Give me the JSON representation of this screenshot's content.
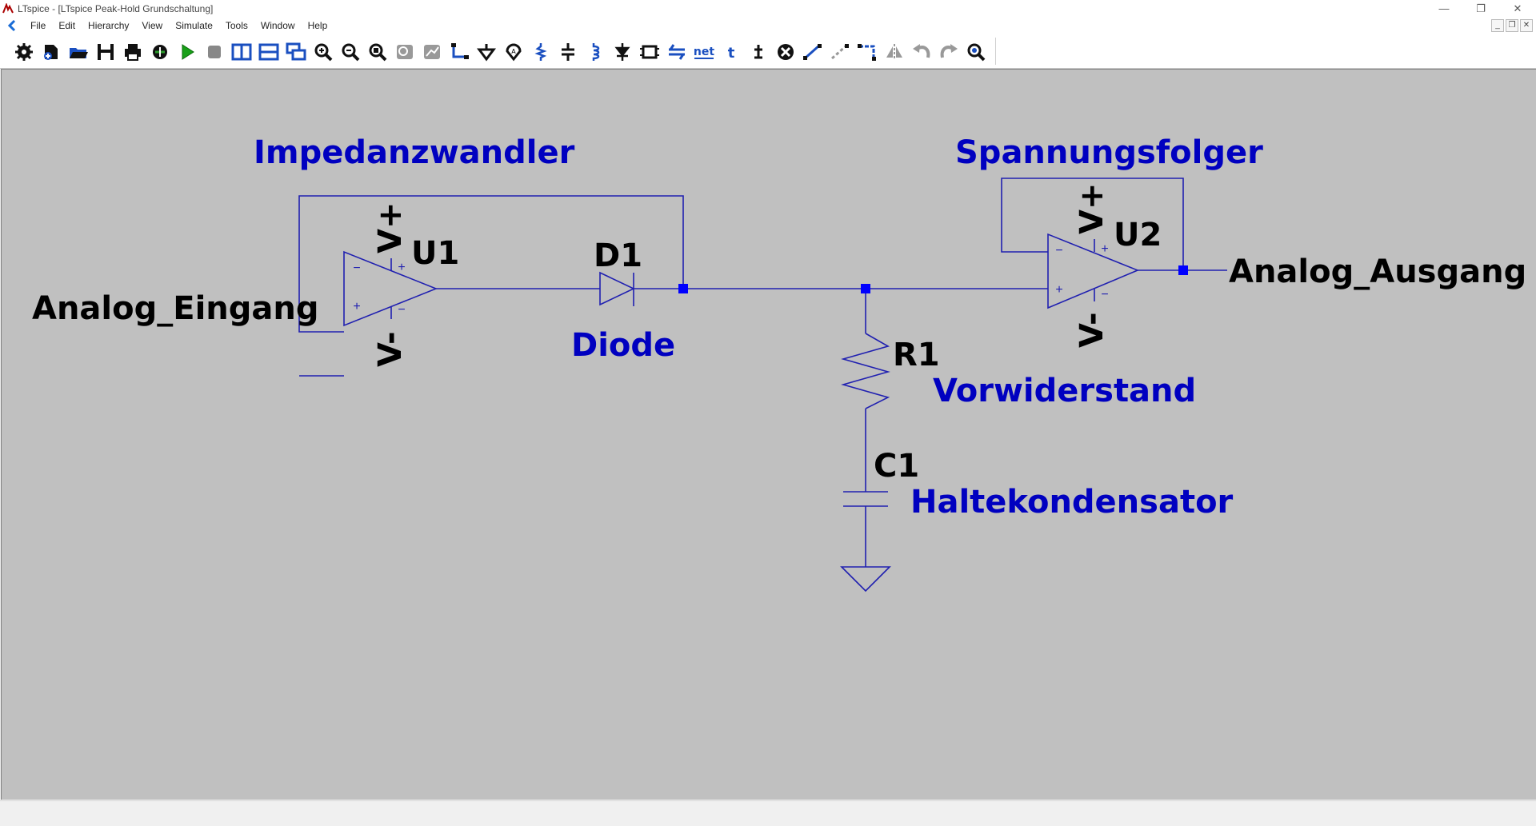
{
  "window": {
    "title": "LTspice - [LTspice Peak-Hold Grundschaltung]",
    "controls": {
      "minimize": "—",
      "restore": "❐",
      "close": "✕"
    },
    "mdi_controls": {
      "minimize": "_",
      "restore": "❐",
      "close": "✕"
    }
  },
  "menu": [
    "File",
    "Edit",
    "Hierarchy",
    "View",
    "Simulate",
    "Tools",
    "Window",
    "Help"
  ],
  "toolbar": {
    "buttons": [
      "settings-icon",
      "new-schematic-icon",
      "open-icon",
      "save-icon",
      "print-icon",
      "netlist-icon",
      "run-icon",
      "stop-icon",
      "tile-vertical-icon",
      "tile-horizontal-icon",
      "cascade-icon",
      "zoom-in-icon",
      "zoom-out-icon",
      "zoom-fit-icon",
      "zoom-area-icon",
      "autorange-icon",
      "wire-icon",
      "ground-icon",
      "label-net-icon",
      "resistor-icon",
      "capacitor-icon",
      "inductor-icon",
      "diode-icon",
      "component-icon",
      "move-icon",
      "drag-icon",
      "delete-icon",
      "duplicate-icon",
      "undo-icon",
      "redo-icon",
      "text-icon",
      "spice-directive-icon",
      "rotate-icon",
      "mirror-icon",
      "find-icon"
    ],
    "net_label": "net",
    "text_label": "t"
  },
  "schematic": {
    "colors": {
      "wire": "#2020b0",
      "junction": "#0000ff",
      "note": "#0000c0",
      "label": "#000000",
      "background": "#c0c0c0"
    },
    "notes": {
      "impedanzwandler": "Impedanzwandler",
      "spannungsfolger": "Spannungsfolger",
      "diode": "Diode",
      "vorwiderstand": "Vorwiderstand",
      "haltekondensator": "Haltekondensator"
    },
    "refdes": {
      "u1": "U1",
      "u2": "U2",
      "d1": "D1",
      "r1": "R1",
      "c1": "C1"
    },
    "net_labels": {
      "input": "Analog_Eingang",
      "output": "Analog_Ausgang"
    },
    "supply_labels": {
      "u1_vplus": "V+",
      "u1_vminus": "V-",
      "u2_vplus": "V+",
      "u2_vminus": "V-"
    },
    "pin_signs": {
      "plus": "+",
      "minus": "−"
    }
  }
}
